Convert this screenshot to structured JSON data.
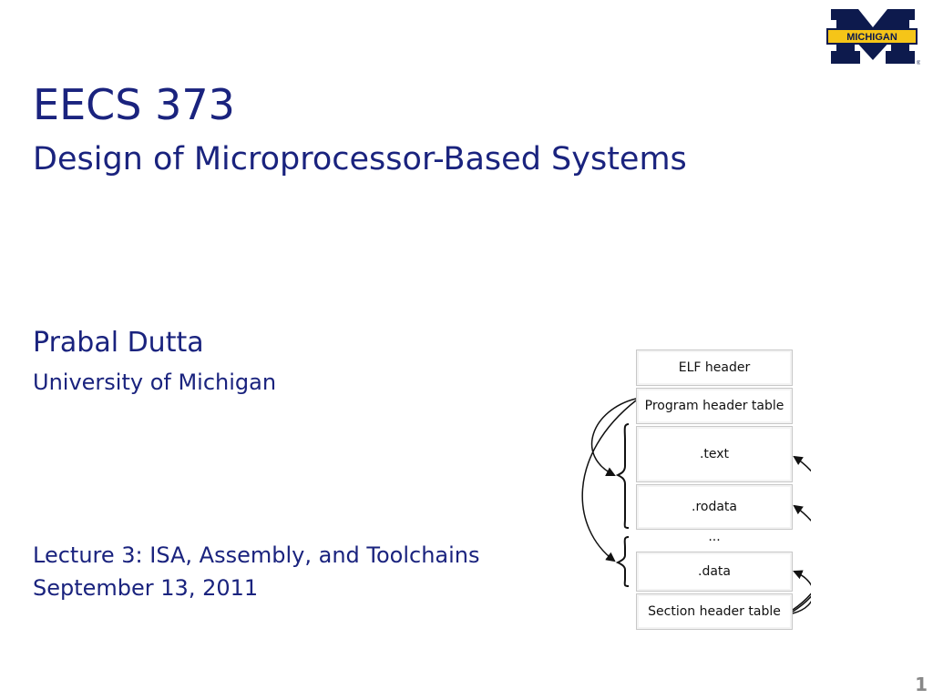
{
  "slide": {
    "course_code": "EECS 373",
    "course_title": "Design of Microprocessor-Based Systems",
    "author": "Prabal Dutta",
    "affiliation": "University of Michigan",
    "lecture": "Lecture 3: ISA, Assembly, and Toolchains",
    "date": "September 13, 2011",
    "page_number": "1"
  },
  "logo": {
    "text": "MICHIGAN",
    "registered": "®",
    "colors": {
      "navy": "#0d1a4d",
      "maize": "#f5c518"
    }
  },
  "elf_diagram": {
    "sections": [
      "ELF header",
      "Program header table",
      ".text",
      ".rodata",
      "...",
      ".data",
      "Section header table"
    ]
  },
  "colors": {
    "title_text": "#1a237e"
  }
}
